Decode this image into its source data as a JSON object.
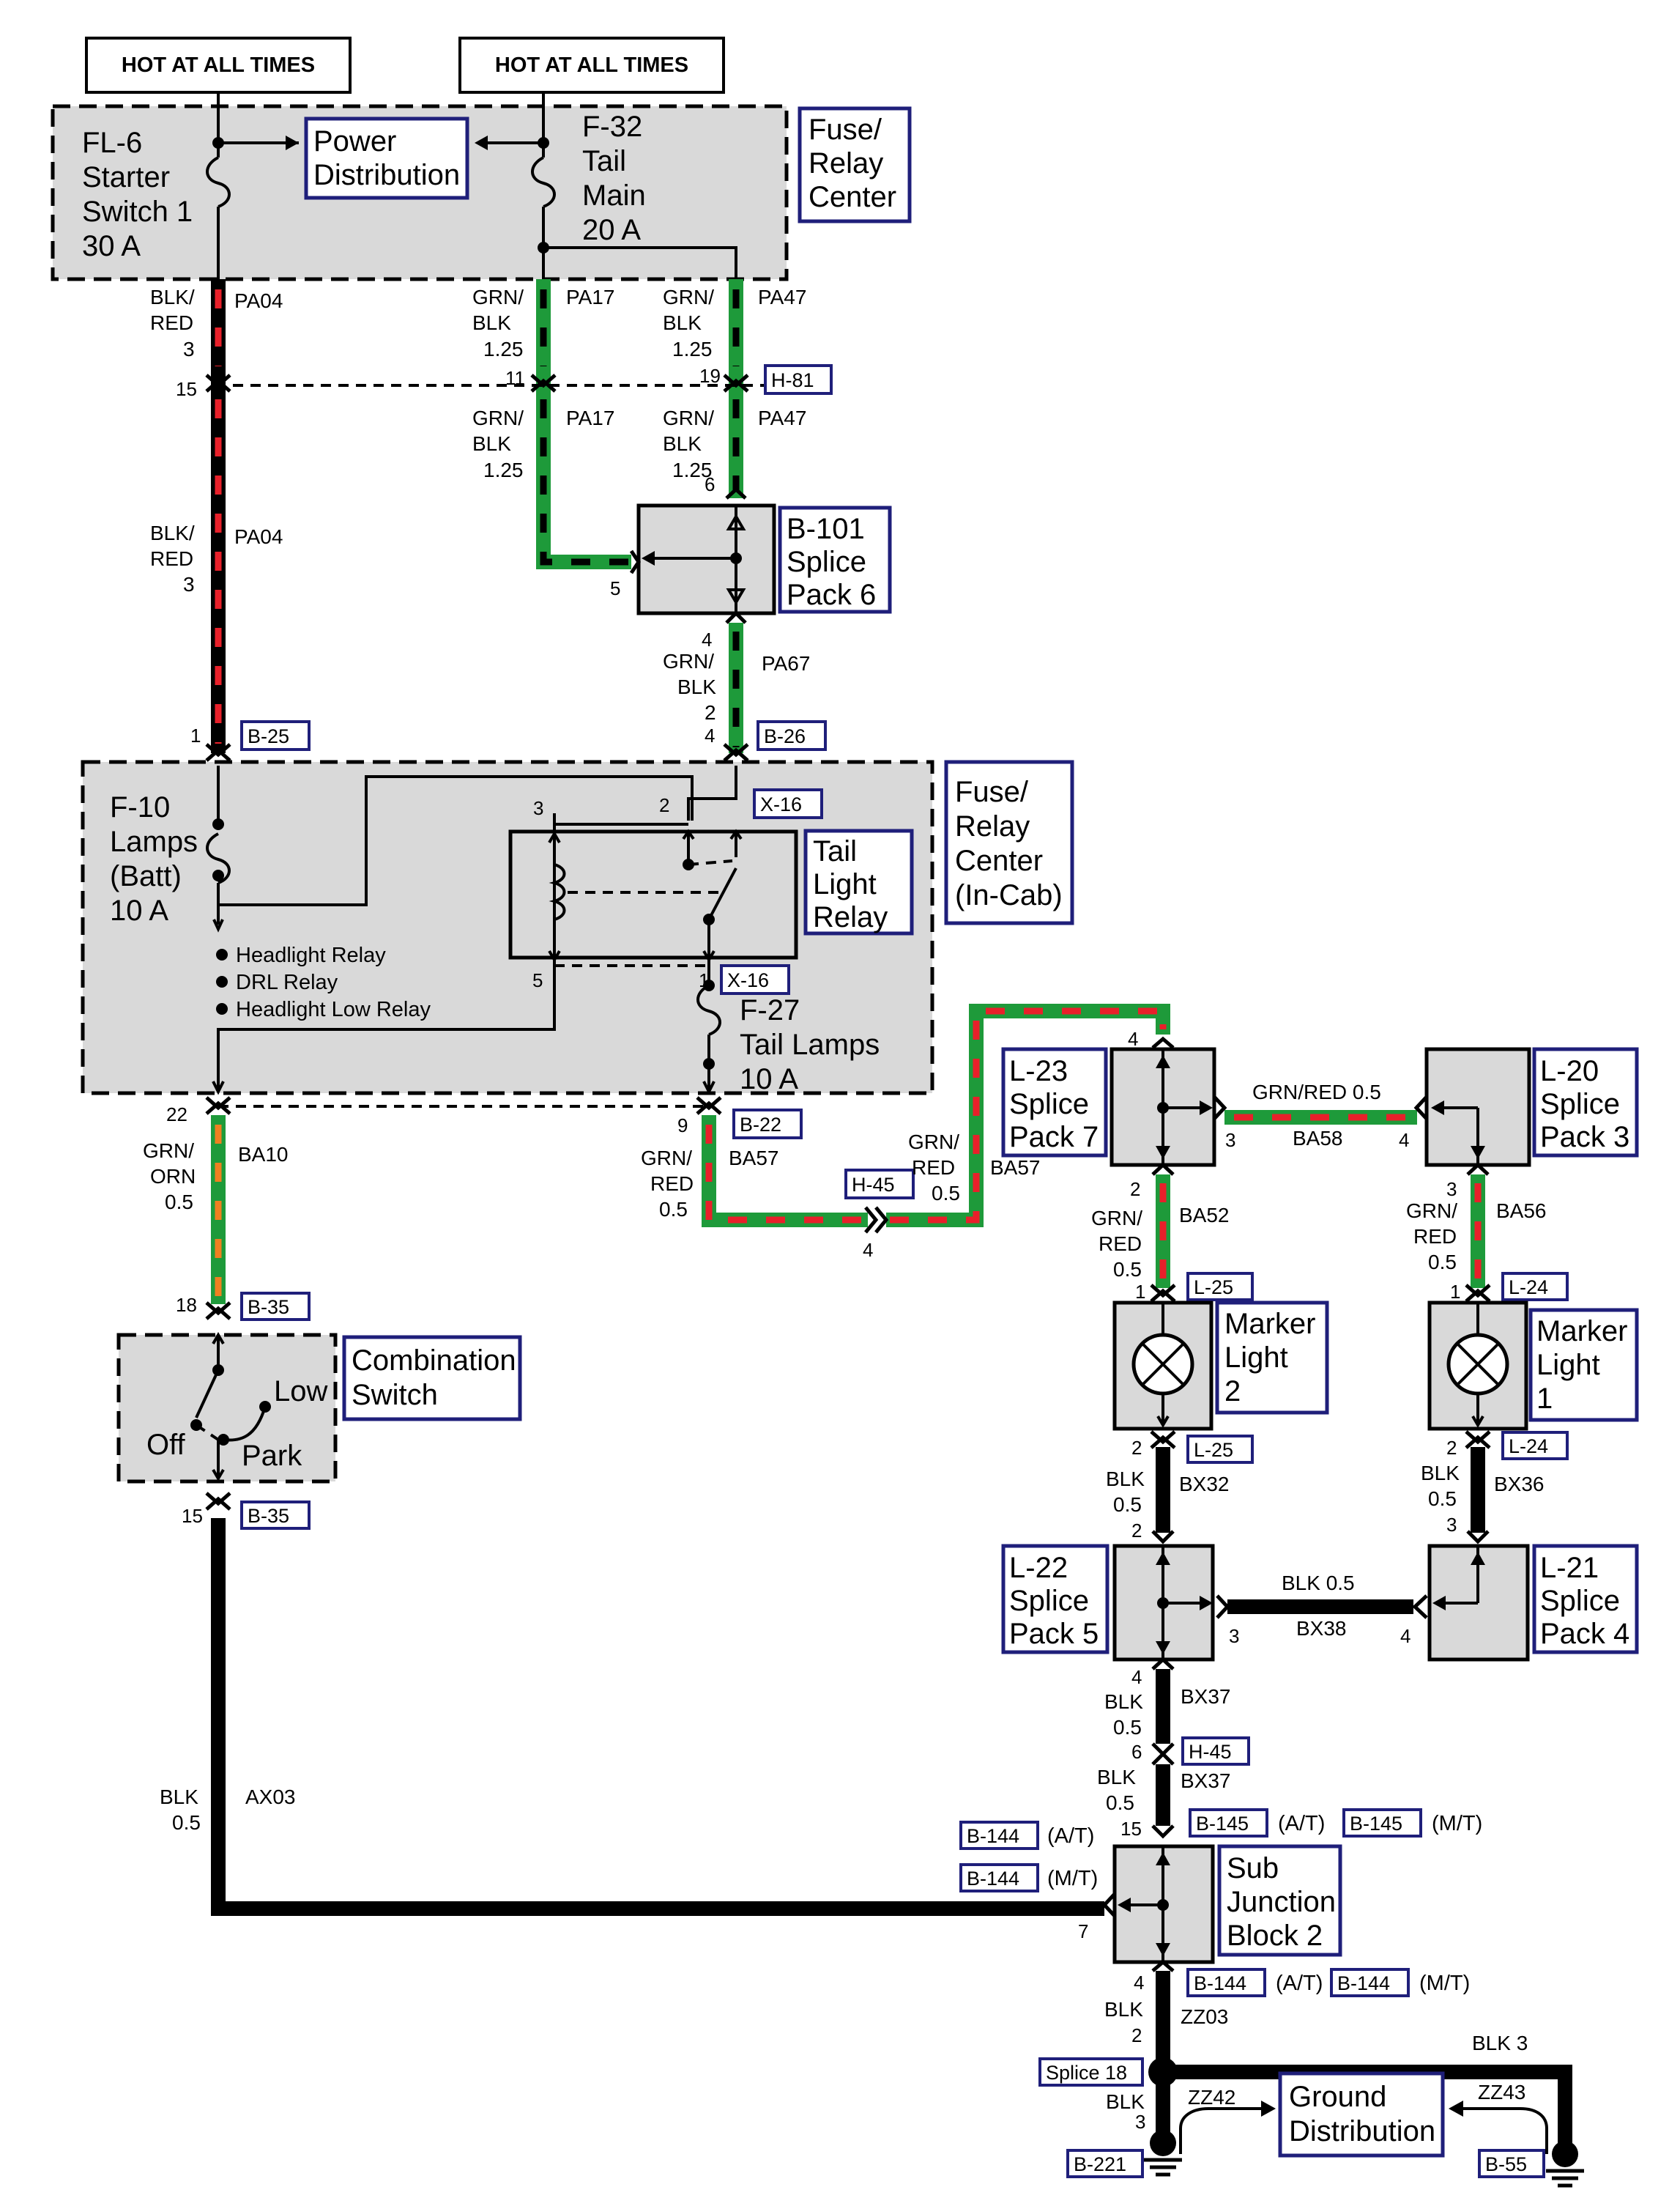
{
  "hot": {
    "left": "HOT AT ALL TIMES",
    "right": "HOT AT ALL TIMES"
  },
  "fuse_relay_center": {
    "label": [
      "Fuse/",
      "Relay",
      "Center"
    ]
  },
  "fuse_relay_center_incab": {
    "label": [
      "Fuse/",
      "Relay",
      "Center",
      "(In-Cab)"
    ]
  },
  "power_distribution": [
    "Power",
    "Distribution"
  ],
  "fl6": [
    "FL-6",
    "Starter",
    "Switch 1",
    "30 A"
  ],
  "f32": [
    "F-32",
    "Tail",
    "Main",
    "20 A"
  ],
  "f10": [
    "F-10",
    "Lamps",
    "(Batt)",
    "10 A"
  ],
  "f27": [
    "F-27",
    "Tail Lamps",
    "10 A"
  ],
  "tail_light_relay": [
    "Tail",
    "Light",
    "Relay"
  ],
  "relay_loads": [
    "Headlight Relay",
    "DRL Relay",
    "Headlight Low Relay"
  ],
  "splice6": [
    "B-101",
    "Splice",
    "Pack 6"
  ],
  "splice7": [
    "L-23",
    "Splice",
    "Pack 7"
  ],
  "splice3": [
    "L-20",
    "Splice",
    "Pack 3"
  ],
  "splice5": [
    "L-22",
    "Splice",
    "Pack 5"
  ],
  "splice4": [
    "L-21",
    "Splice",
    "Pack 4"
  ],
  "marker2": [
    "Marker",
    "Light",
    "2"
  ],
  "marker1": [
    "Marker",
    "Light",
    "1"
  ],
  "combo": [
    "Combination",
    "Switch"
  ],
  "combo_positions": {
    "low": "Low",
    "off": "Off",
    "park": "Park"
  },
  "subjunction": [
    "Sub",
    "Junction",
    "Block 2"
  ],
  "ground_dist": [
    "Ground",
    "Distribution"
  ],
  "connectors": {
    "h81": "H-81",
    "b25": "B-25",
    "b26": "B-26",
    "x16a": "X-16",
    "x16b": "X-16",
    "b22": "B-22",
    "h45a": "H-45",
    "h45b": "H-45",
    "b35a": "B-35",
    "b35b": "B-35",
    "l25a": "L-25",
    "l25b": "L-25",
    "l24a": "L-24",
    "l24b": "L-24",
    "b145a": "B-145",
    "b145b": "B-145",
    "b144a": "B-144",
    "b144b": "B-144",
    "b144c": "B-144",
    "b144d": "B-144",
    "splice18": "Splice 18",
    "b221": "B-221",
    "b55": "B-55"
  },
  "variants": {
    "at": "(A/T)",
    "mt": "(M/T)"
  },
  "wires": {
    "pa04": "PA04",
    "pa17": "PA17",
    "pa47": "PA47",
    "pa67": "PA67",
    "ba10": "BA10",
    "ba57": "BA57",
    "ba58": "BA58",
    "ba52": "BA52",
    "ba56": "BA56",
    "bx32": "BX32",
    "bx36": "BX36",
    "bx38": "BX38",
    "bx37": "BX37",
    "ax03": "AX03",
    "zz03": "ZZ03",
    "zz42": "ZZ42",
    "zz43": "ZZ43"
  },
  "colors": {
    "blk_red": "BLK/",
    "red": "RED",
    "grn_blk": "GRN/",
    "blk": "BLK",
    "grn_red": "GRN/",
    "grn_orn": "GRN/",
    "orn": "ORN",
    "gauge3": "3",
    "gauge125": "1.25",
    "gauge05": "0.5",
    "gauge2": "2",
    "grn_red_05": "GRN/RED 0.5",
    "blk_05": "BLK 0.5",
    "blk_3": "BLK 3"
  },
  "pins": {
    "p15a": "15",
    "p11": "11",
    "p19": "19",
    "p6": "6",
    "p5a": "5",
    "p4a": "4",
    "p2a": "2",
    "p4b": "4",
    "p1a": "1",
    "p3relay": "3",
    "p2relay": "2",
    "p5relay": "5",
    "p1relay": "1",
    "p22": "22",
    "p9": "9",
    "p4h45": "4",
    "p4l23": "4",
    "p3l23": "3",
    "p4l20": "4",
    "p2l23": "2",
    "p3l20": "3",
    "p1l25": "1",
    "p1l24": "1",
    "p2l25": "2",
    "p2l24": "2",
    "p2l22": "2",
    "p3l21": "3",
    "p3l22": "3",
    "p4l21": "4",
    "p4l22": "4",
    "p6h45": "6",
    "p15sj": "15",
    "p7sj": "7",
    "p4sj": "4",
    "p2z": "2",
    "p3z": "3",
    "p18": "18",
    "p15cs": "15"
  },
  "palette": {
    "green": "#1e9a3a",
    "red": "#e8202a",
    "orange": "#f08020",
    "navy": "#1f1f7a",
    "gray": "#d9d9d9"
  }
}
